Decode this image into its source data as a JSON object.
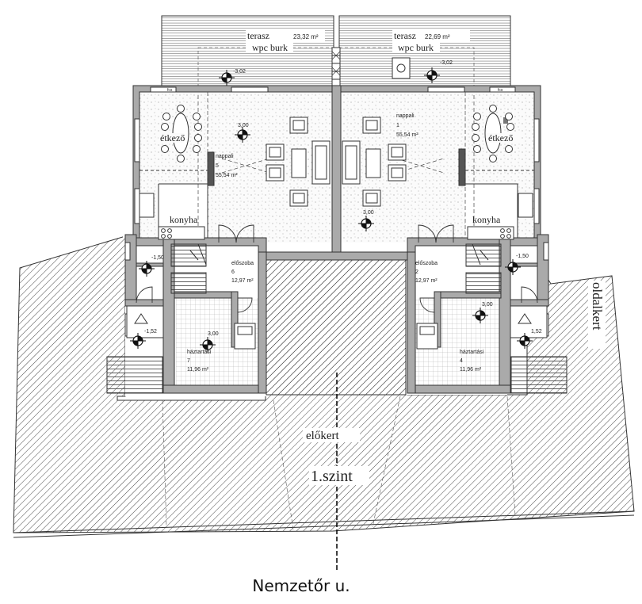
{
  "plan": {
    "floor_title": "1.szint",
    "street_name": "Nemzetőr u.",
    "front_garden": "előkert",
    "side_garden": "oldalkert",
    "terrace_left": {
      "name": "terasz",
      "area": "23,32 m²",
      "finish": "wpc burk"
    },
    "terrace_right": {
      "name": "terasz",
      "area": "22,69 m²",
      "finish": "wpc burk"
    },
    "elevations": {
      "terrace_left": "-3,02",
      "terrace_right": "-3,02",
      "living_left": "3,00",
      "living_right": "3,00",
      "stair_left": "-1,50",
      "stair_right": "-1,50",
      "entry_left": "-1,52",
      "entry_right": "1,52",
      "utility_left": "3,00",
      "utility_right": "3,00"
    },
    "rooms_left": {
      "dining": "étkező",
      "kitchen": "konyha",
      "living": {
        "name": "nappali",
        "number": "5",
        "area": "55,54 m²"
      },
      "hall": {
        "name": "előszoba",
        "number": "6",
        "area": "12,97 m²"
      },
      "utility": {
        "name": "háztartási",
        "number": "7",
        "area": "11,96 m²"
      }
    },
    "rooms_right": {
      "dining": "étkező",
      "kitchen": "konyha",
      "living": {
        "name": "nappali",
        "number": "1",
        "area": "55,54 m²"
      },
      "hall": {
        "name": "előszoba",
        "number": "2",
        "area": "12,97 m²"
      },
      "utility": {
        "name": "háztartási",
        "number": "4",
        "area": "11,96 m²"
      }
    },
    "small_tag": "fcs"
  }
}
